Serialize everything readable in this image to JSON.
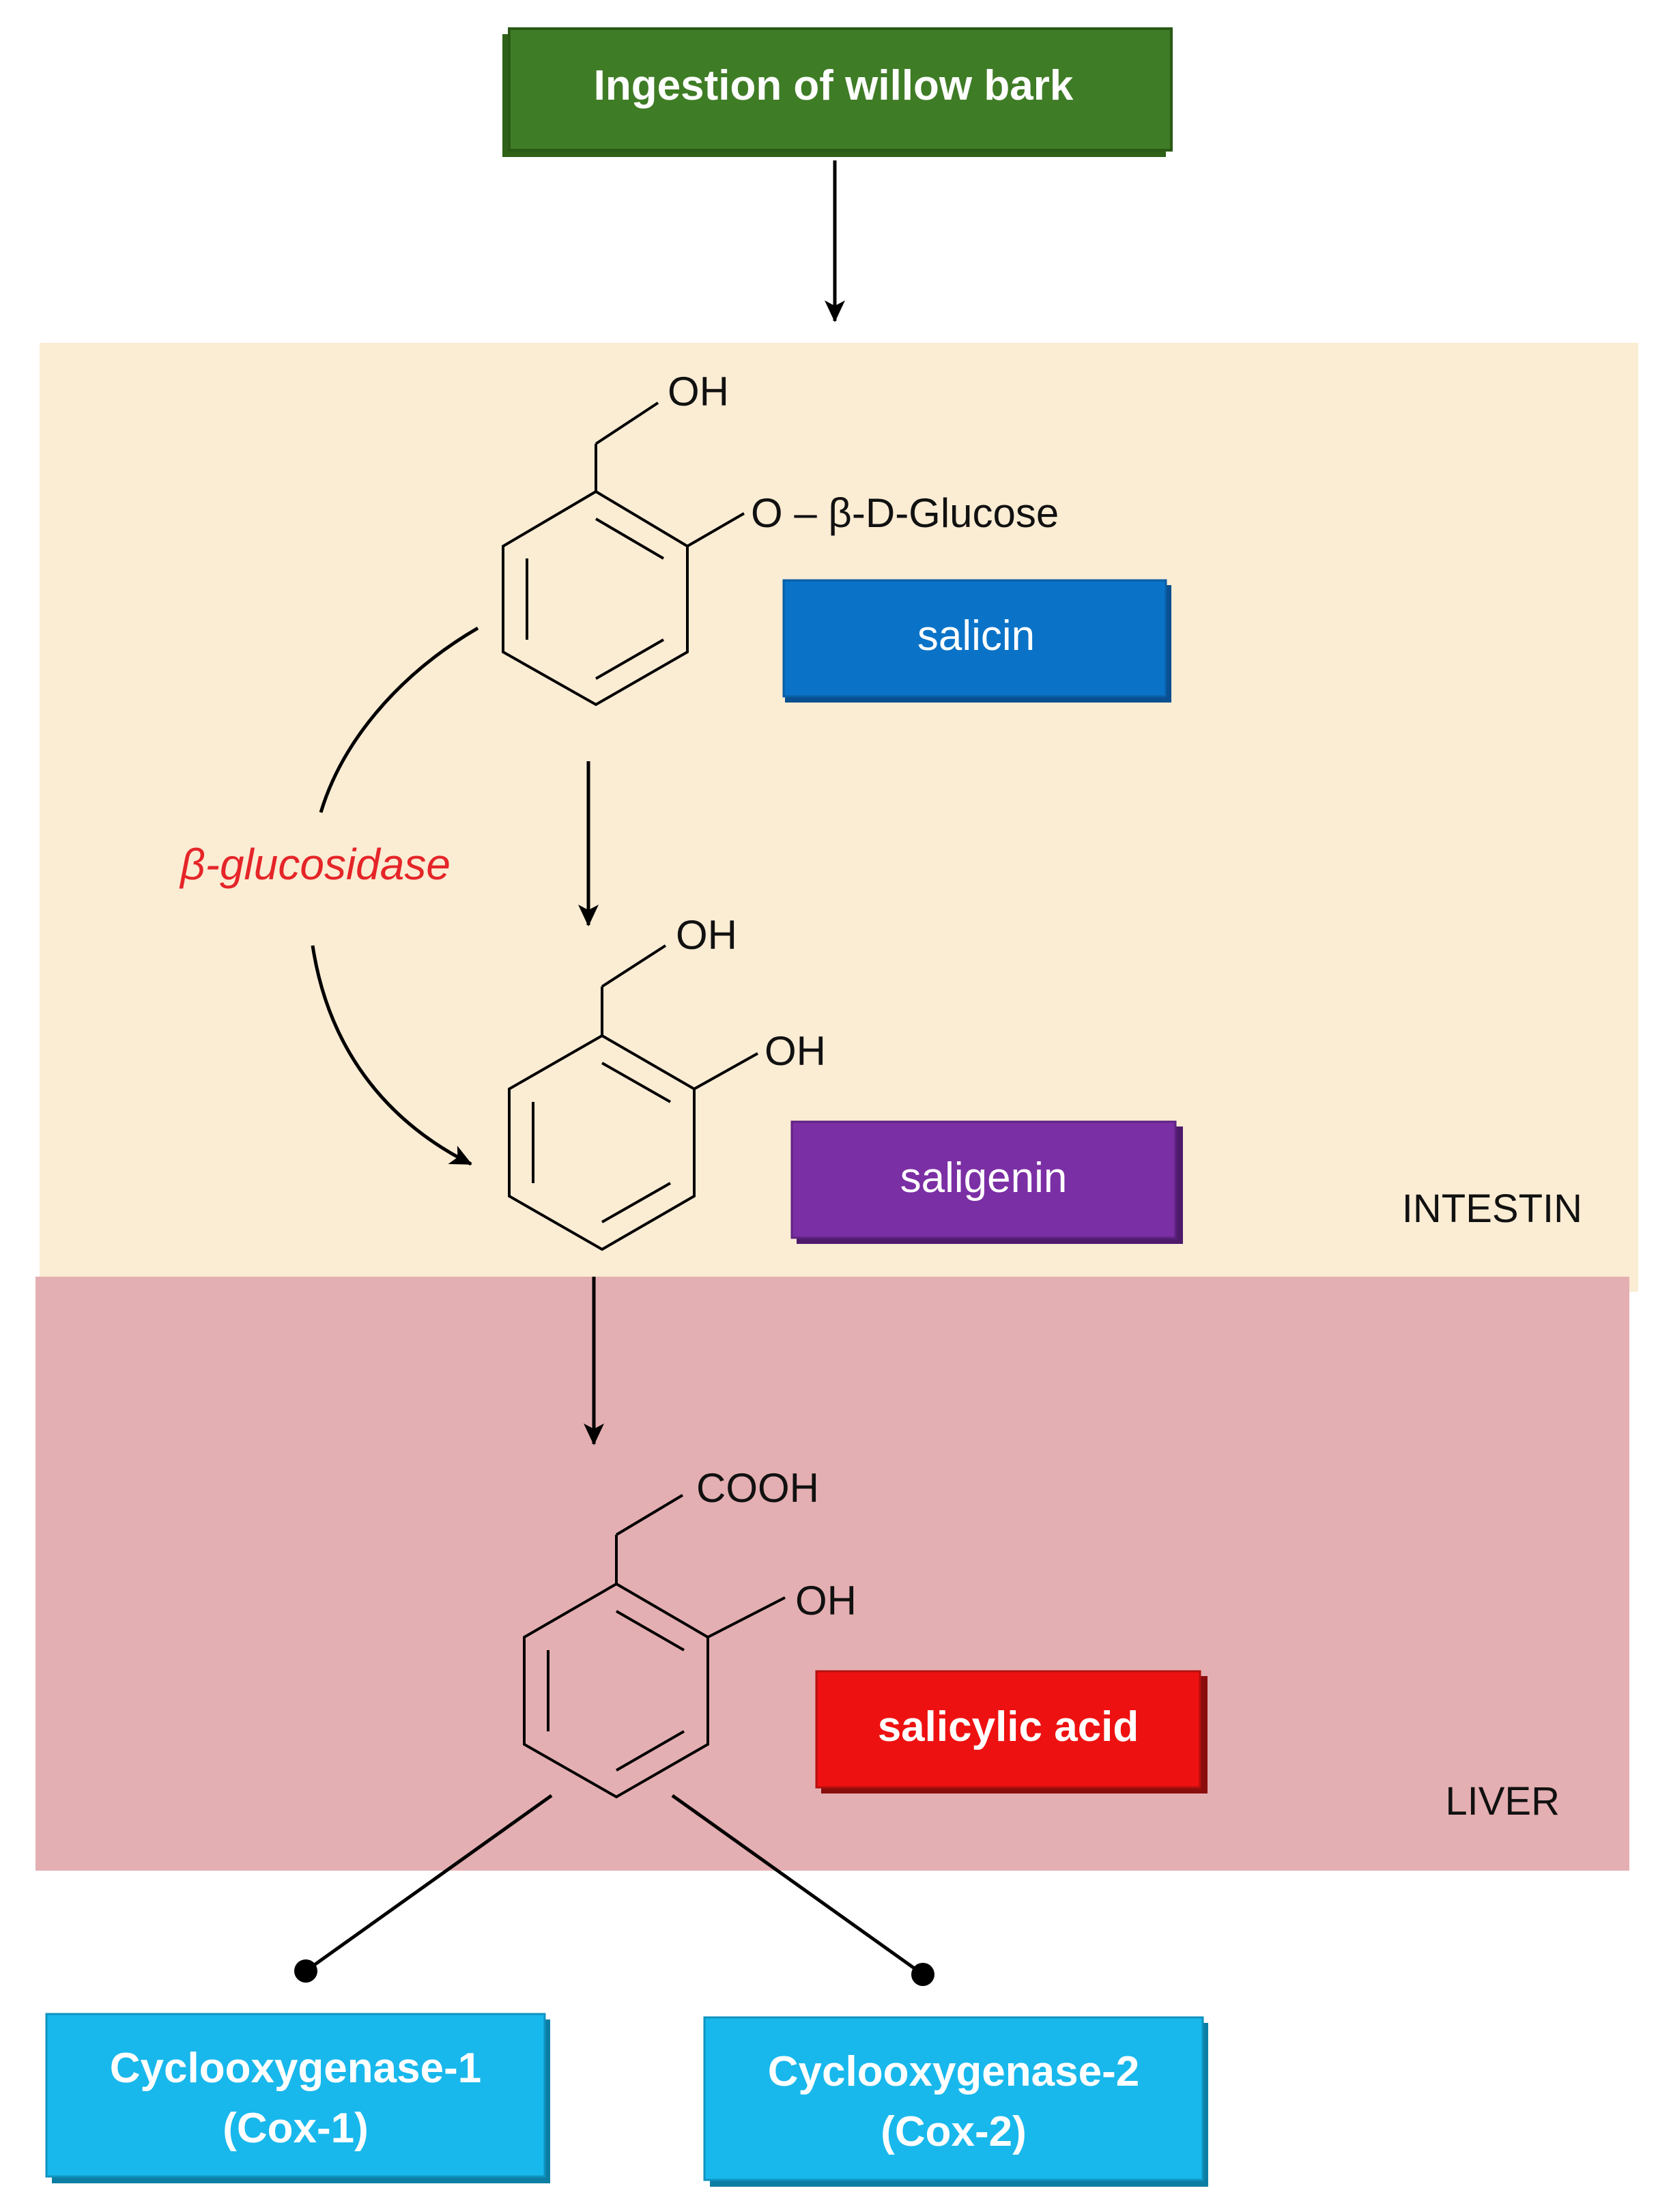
{
  "title_box": {
    "label": "Ingestion of willow bark",
    "color": "#3e7a25"
  },
  "regions": {
    "intestine": {
      "label": "INTESTIN",
      "color": "#fbecd4"
    },
    "liver": {
      "label": "LIVER",
      "color": "#e7b6b8"
    }
  },
  "enzyme": {
    "label": "β-glucosidase",
    "color": "#e52528"
  },
  "compounds": [
    {
      "name": "salicin",
      "color": "#0a73c8",
      "groups": {
        "top": "OH",
        "side": "O – β-D-Glucose"
      }
    },
    {
      "name": "saligenin",
      "color": "#7b2fa4",
      "groups": {
        "top": "OH",
        "side": "OH"
      }
    },
    {
      "name": "salicylic acid",
      "color": "#ee1111",
      "groups": {
        "top": "COOH",
        "side": "OH"
      }
    }
  ],
  "targets": [
    {
      "line1": "Cyclooxygenase-1",
      "line2": "(Cox-1)",
      "color": "#18b8ec"
    },
    {
      "line1": "Cyclooxygenase-2",
      "line2": "(Cox-2)",
      "color": "#18b8ec"
    }
  ]
}
